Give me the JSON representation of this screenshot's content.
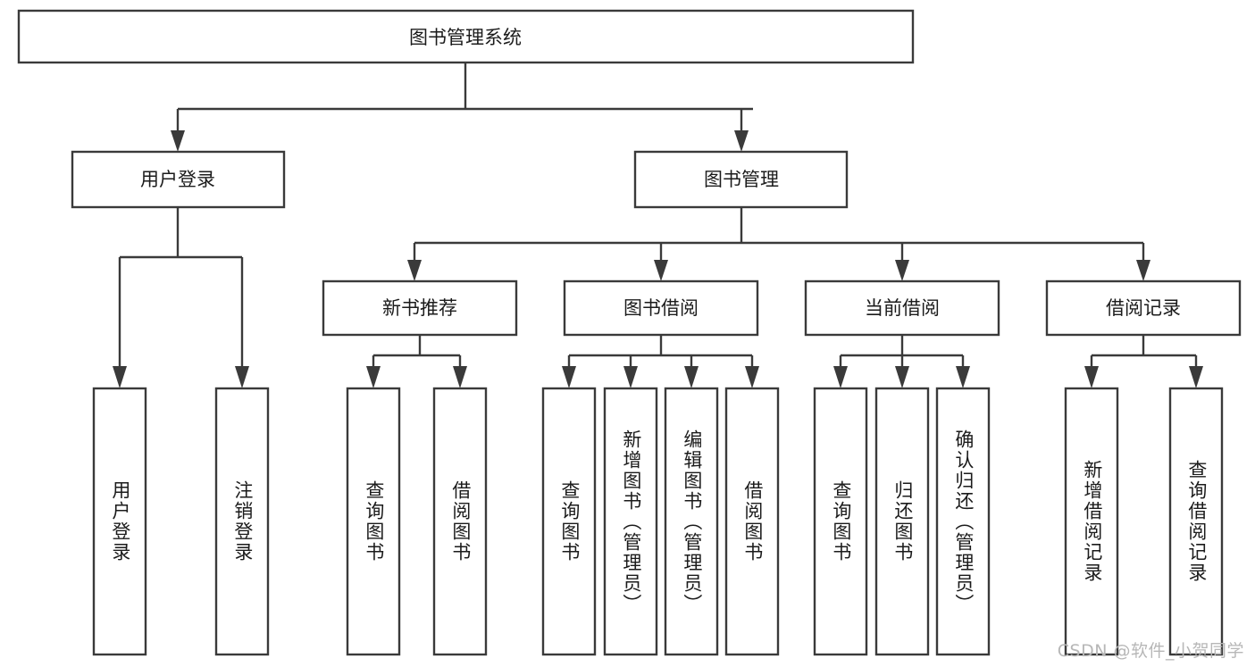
{
  "diagram": {
    "title": "图书管理系统",
    "watermark": "CSDN @软件_小贺同学",
    "type": "tree",
    "root": {
      "id": "root",
      "label": "图书管理系统"
    },
    "level2": [
      {
        "id": "user-login",
        "label": "用户登录"
      },
      {
        "id": "book-manage",
        "label": "图书管理"
      }
    ],
    "level3": [
      {
        "id": "new-book-recommend",
        "label": "新书推荐",
        "parent": "book-manage"
      },
      {
        "id": "book-borrow",
        "label": "图书借阅",
        "parent": "book-manage"
      },
      {
        "id": "current-borrow",
        "label": "当前借阅",
        "parent": "book-manage"
      },
      {
        "id": "borrow-record",
        "label": "借阅记录",
        "parent": "book-manage"
      }
    ],
    "leaves": [
      {
        "id": "leaf-user-login",
        "label": "用户登录",
        "parent": "user-login"
      },
      {
        "id": "leaf-logout",
        "label": "注销登录",
        "parent": "user-login"
      },
      {
        "id": "leaf-query-book-1",
        "label": "查询图书",
        "parent": "new-book-recommend"
      },
      {
        "id": "leaf-borrow-book-1",
        "label": "借阅图书",
        "parent": "new-book-recommend"
      },
      {
        "id": "leaf-query-book-2",
        "label": "查询图书",
        "parent": "book-borrow"
      },
      {
        "id": "leaf-add-book",
        "label": "新增图书（管理员）",
        "parent": "book-borrow"
      },
      {
        "id": "leaf-edit-book",
        "label": "编辑图书（管理员）",
        "parent": "book-borrow"
      },
      {
        "id": "leaf-borrow-book-2",
        "label": "借阅图书",
        "parent": "book-borrow"
      },
      {
        "id": "leaf-query-book-3",
        "label": "查询图书",
        "parent": "current-borrow"
      },
      {
        "id": "leaf-return-book",
        "label": "归还图书",
        "parent": "current-borrow"
      },
      {
        "id": "leaf-confirm-return",
        "label": "确认归还（管理员）",
        "parent": "current-borrow"
      },
      {
        "id": "leaf-add-record",
        "label": "新增借阅记录",
        "parent": "borrow-record"
      },
      {
        "id": "leaf-query-record",
        "label": "查询借阅记录",
        "parent": "borrow-record"
      }
    ],
    "colors": {
      "stroke": "#3a3a3a",
      "fill": "#ffffff",
      "text": "#1b1b1b",
      "watermark": "#b7b7b7"
    }
  }
}
